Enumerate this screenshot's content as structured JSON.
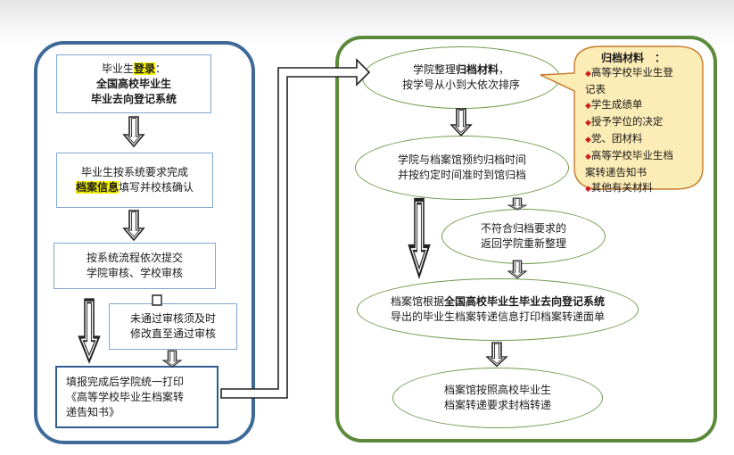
{
  "left": {
    "box1": {
      "prefix": "毕业生",
      "highlight": "登录",
      "suffix": "：",
      "line2": "全国高校毕业生",
      "line3": "毕业去向登记系统"
    },
    "box2": {
      "line1": "毕业生按系统要求完成",
      "highlight": "档案信息",
      "suffix": "填写并校核确认"
    },
    "box3": {
      "line1": "按系统流程依次提交",
      "line2": "学院审核、学校审核"
    },
    "box4": {
      "line1": "未通过审核须及时",
      "line2": "修改直至通过审核"
    },
    "box5": {
      "line1": "填报完成后学院统一打印",
      "line2": "《高等学校毕业生档案转",
      "line3": "递告知书》"
    }
  },
  "right": {
    "oval1": {
      "prefix": "学院整理",
      "bold": "归档材料",
      "suffix": "，",
      "line2": "按学号从小到大依次排序"
    },
    "callout": {
      "title": "归档材料　：",
      "items": [
        "高等学校毕业生登",
        "记表",
        "学生成绩单",
        "授予学位的决定",
        "党、团材料",
        "高等学校毕业生档",
        "案转递告知书",
        "其他有关材料"
      ],
      "bullets": [
        true,
        false,
        true,
        true,
        true,
        true,
        false,
        true
      ]
    },
    "oval2": {
      "line1": "学院与档案馆预约归档时间",
      "line2": "并按约定时间准时到馆归档"
    },
    "oval3": {
      "line1": "不符合归档要求的",
      "line2": "返回学院重新整理"
    },
    "oval4": {
      "prefix": "档案馆根据",
      "bold": "全国高校毕业生毕业去向登记系统",
      "line2": "导出的毕业生档案转递信息打印档案转递面单"
    },
    "oval5": {
      "line1": "档案馆按照高校毕业生",
      "line2": "档案转递要求封档转递"
    }
  },
  "colors": {
    "left_border": "#3e6a9a",
    "right_border": "#5a8a3a",
    "highlight": "#f6f100",
    "callout_fill": "#fcecb5",
    "callout_border": "#c77a2a",
    "bullet": "#cc2222"
  }
}
